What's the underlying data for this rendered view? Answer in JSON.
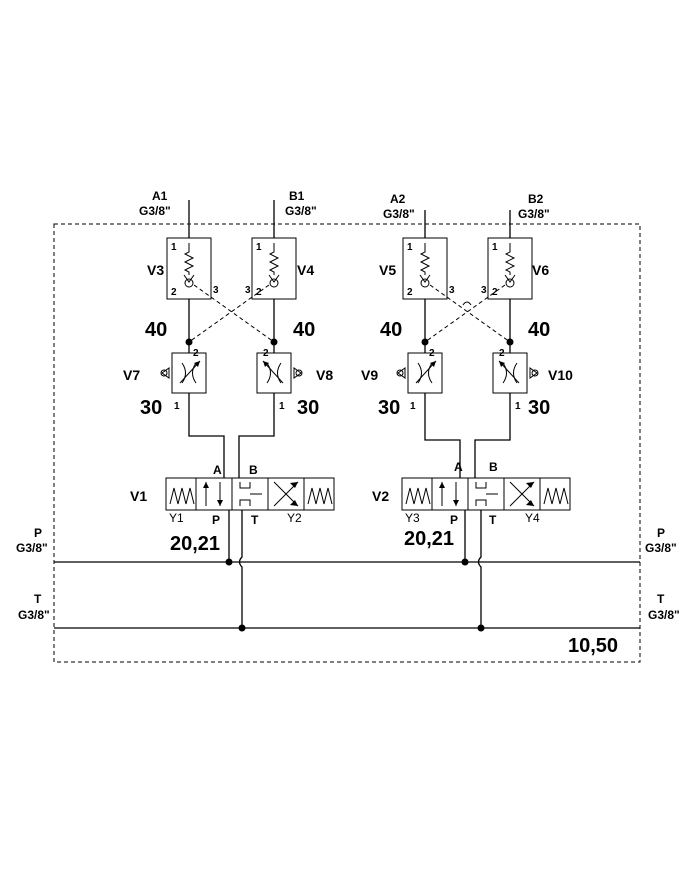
{
  "ports": {
    "a1": "A1",
    "a1_thread": "G3/8\"",
    "b1": "B1",
    "b1_thread": "G3/8\"",
    "a2": "A2",
    "a2_thread": "G3/8\"",
    "b2": "B2",
    "b2_thread": "G3/8\"",
    "p": "P",
    "p_thread": "G3/8\"",
    "t": "T",
    "t_thread": "G3/8\""
  },
  "valves": {
    "v1": "V1",
    "v2": "V2",
    "v3": "V3",
    "v4": "V4",
    "v5": "V5",
    "v6": "V6",
    "v7": "V7",
    "v8": "V8",
    "v9": "V9",
    "v10": "V10"
  },
  "solenoids": {
    "y1": "Y1",
    "y2": "Y2",
    "y3": "Y3",
    "y4": "Y4"
  },
  "directional_ports": {
    "a": "A",
    "b": "B",
    "p": "P",
    "t": "T"
  },
  "position_numbers": {
    "one": "1",
    "two": "2",
    "three": "3"
  },
  "codes": {
    "check_valve": "40",
    "flow_valve": "30",
    "directional_valve": "20,21",
    "manifold": "10,50"
  }
}
